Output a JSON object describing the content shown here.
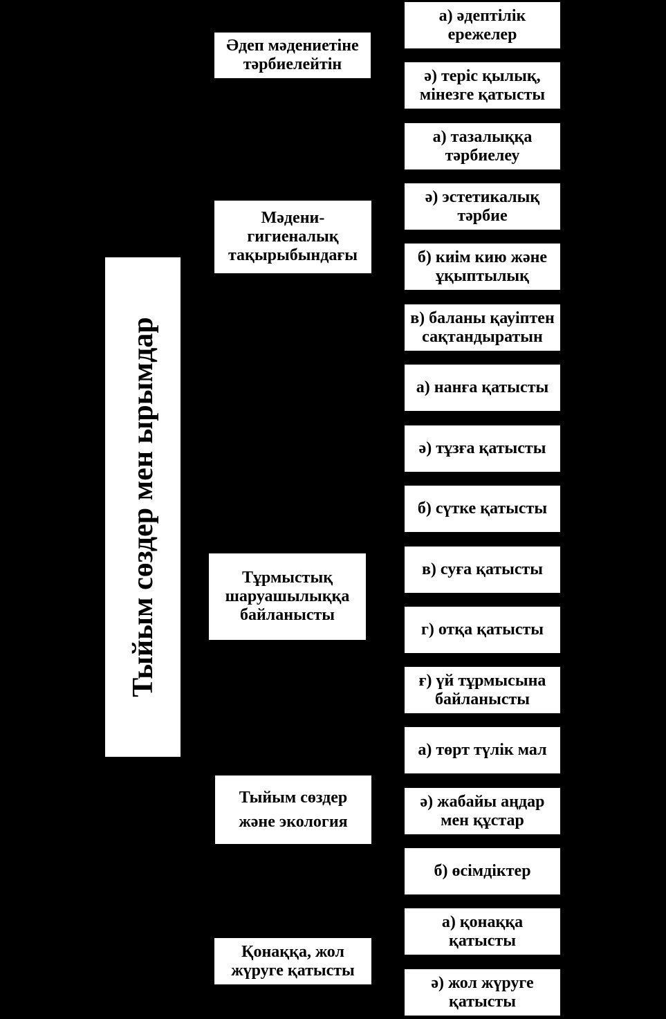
{
  "diagram": {
    "colors": {
      "background": "#000000",
      "box_fill": "#ffffff",
      "text": "#000000"
    },
    "root": {
      "label": "Тыйым сөздер мен ырымдар"
    },
    "categories": [
      {
        "label": "Әдеп мәдениетіне\nтәрбиелейтін"
      },
      {
        "label": "Мәдени-\nгигиеналық\nтақырыбындағы"
      },
      {
        "label": "Тұрмыстық\nшаруашылыққа\nбайланысты"
      },
      {
        "label": "Тыйым сөздер\nжәне экология"
      },
      {
        "label": "Қонаққа, жол\nжүруге қатысты"
      }
    ],
    "leaves": [
      {
        "label": "а) әдептілік\nережелер"
      },
      {
        "label": "ә) теріс қылық,\nмінезге қатысты"
      },
      {
        "label": "а) тазалыққа\nтәрбиелеу"
      },
      {
        "label": "ә) эстетикалық\nтәрбие"
      },
      {
        "label": "б) киім кию және\nұқыптылық"
      },
      {
        "label": "в) баланы қауіптен\nсақтандыратын"
      },
      {
        "label": "а) нанға қатысты"
      },
      {
        "label": "ә) тұзға қатысты"
      },
      {
        "label": "б) сүтке қатысты"
      },
      {
        "label": "в) суға қатысты"
      },
      {
        "label": "г) отқа қатысты"
      },
      {
        "label": "ғ) үй тұрмысына\nбайланысты"
      },
      {
        "label": "а) төрт түлік мал"
      },
      {
        "label": "ә) жабайы аңдар\nмен құстар"
      },
      {
        "label": "б) өсімдіктер"
      },
      {
        "label": "а) қонаққа\nқатысты"
      },
      {
        "label": "ә) жол жүруге\nқатысты"
      }
    ]
  }
}
